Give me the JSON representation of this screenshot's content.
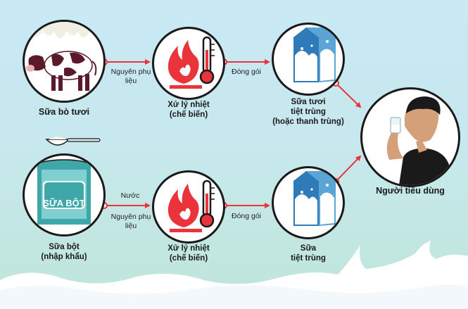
{
  "colors": {
    "arrow": "#e8343a",
    "outline": "#1a1a1a",
    "flame": "#e8343a",
    "background_top": "#c9e9f5",
    "background_bottom": "#bfe6d9"
  },
  "row1": {
    "source": {
      "icon": "cow-icon",
      "label": "Sữa bò tươi"
    },
    "edge1": {
      "line1": "Nguyên phụ",
      "line2": "liệu"
    },
    "process": {
      "icon": "heat-treatment-icon",
      "line1": "Xử lý nhiệt",
      "line2": "(chế biến)"
    },
    "edge2": {
      "label": "Đóng gói"
    },
    "product": {
      "icon": "milk-carton-icon",
      "line1": "Sữa tươi",
      "line2": "tiệt trùng",
      "line3": "(hoặc thanh trùng)"
    }
  },
  "row2": {
    "source": {
      "icon": "milk-powder-can-icon",
      "can_text": "SỮA BỘT",
      "line1": "Sữa bột",
      "line2": "(nhập khẩu)"
    },
    "edge1": {
      "water": "Nước",
      "line1": "Nguyên phụ",
      "line2": "liệu"
    },
    "process": {
      "icon": "heat-treatment-icon",
      "line1": "Xử lý nhiệt",
      "line2": "(chế biến)"
    },
    "edge2": {
      "label": "Đóng gói"
    },
    "product": {
      "icon": "milk-carton-icon",
      "line1": "Sữa",
      "line2": "tiệt trùng"
    }
  },
  "consumer": {
    "icon": "person-drinking-icon",
    "label": "Người tiêu dùng"
  }
}
